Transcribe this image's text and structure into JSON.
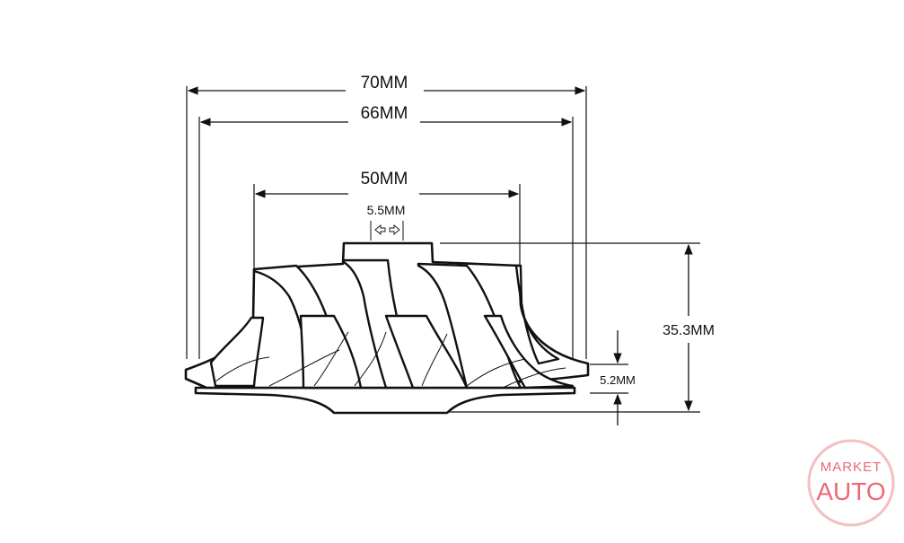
{
  "dimensions": {
    "outer_diameter": "70MM",
    "inducer_tip": "66MM",
    "hub_top_span": "50MM",
    "nose_width": "5.5MM",
    "overall_height": "35.3MM",
    "base_height": "5.2MM"
  },
  "logo": {
    "line1": "MARKET",
    "line2": "AUTO",
    "color": "#e8505b"
  }
}
